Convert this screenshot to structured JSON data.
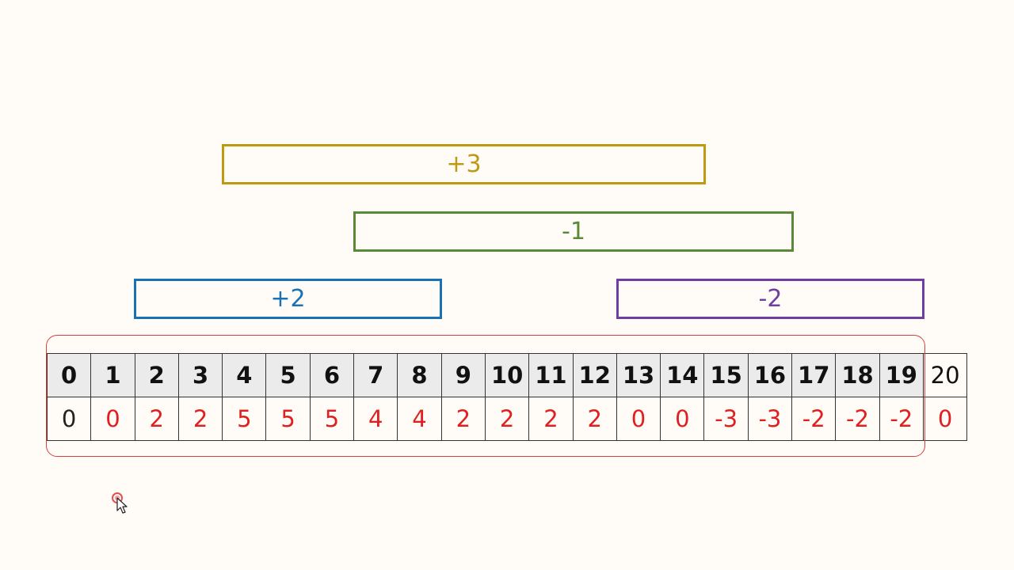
{
  "ranges": {
    "gold": {
      "label": "+3",
      "color": "#bf9a10"
    },
    "green": {
      "label": "-1",
      "color": "#5a8a35"
    },
    "blue": {
      "label": "+2",
      "color": "#1a72b5"
    },
    "purple": {
      "label": "-2",
      "color": "#6e3fa0"
    }
  },
  "table": {
    "indices": [
      "0",
      "1",
      "2",
      "3",
      "4",
      "5",
      "6",
      "7",
      "8",
      "9",
      "10",
      "11",
      "12",
      "13",
      "14",
      "15",
      "16",
      "17",
      "18",
      "19",
      "20"
    ],
    "values": [
      "0",
      "0",
      "2",
      "2",
      "5",
      "5",
      "5",
      "4",
      "4",
      "2",
      "2",
      "2",
      "2",
      "0",
      "0",
      "-3",
      "-3",
      "-2",
      "-2",
      "-2",
      "0"
    ]
  },
  "colors": {
    "value_highlight": "#e02020",
    "frame": "#d84040",
    "header_bg": "#ebebeb"
  }
}
